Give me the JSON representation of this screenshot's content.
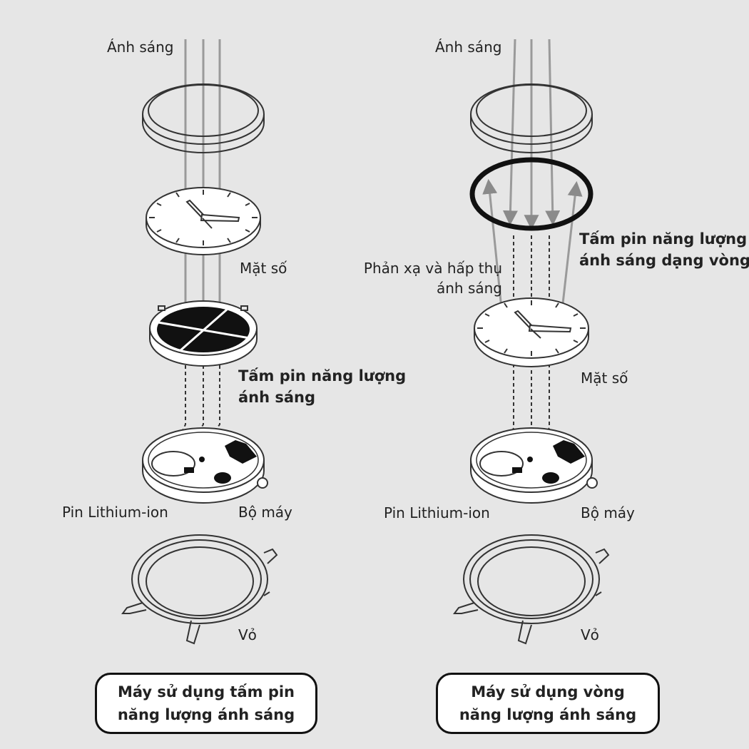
{
  "left": {
    "light_label": "Ánh sáng",
    "dial_label": "Mặt số",
    "panel_label_line1": "Tấm pin năng lượng",
    "panel_label_line2": "ánh sáng",
    "battery_label": "Pin Lithium-ion",
    "movement_label": "Bộ máy",
    "case_label": "Vỏ",
    "caption_line1": "Máy sử dụng tấm pin",
    "caption_line2": "năng lượng ánh sáng"
  },
  "right": {
    "light_label": "Ánh sáng",
    "ring_label_line1": "Tấm pin năng lượng",
    "ring_label_line2": "ánh sáng dạng vòng",
    "reflect_label_line1": "Phản xạ và hấp thụ",
    "reflect_label_line2": "ánh sáng",
    "dial_label": "Mặt số",
    "battery_label": "Pin Lithium-ion",
    "movement_label": "Bộ máy",
    "case_label": "Vỏ",
    "caption_line1": "Máy sử dụng vòng",
    "caption_line2": "năng lượng ánh sáng"
  },
  "colors": {
    "background": "#e6e6e6",
    "line": "#333333",
    "light_ray": "#9a9a9a",
    "panel": "#111111",
    "caption_border": "#111111"
  }
}
